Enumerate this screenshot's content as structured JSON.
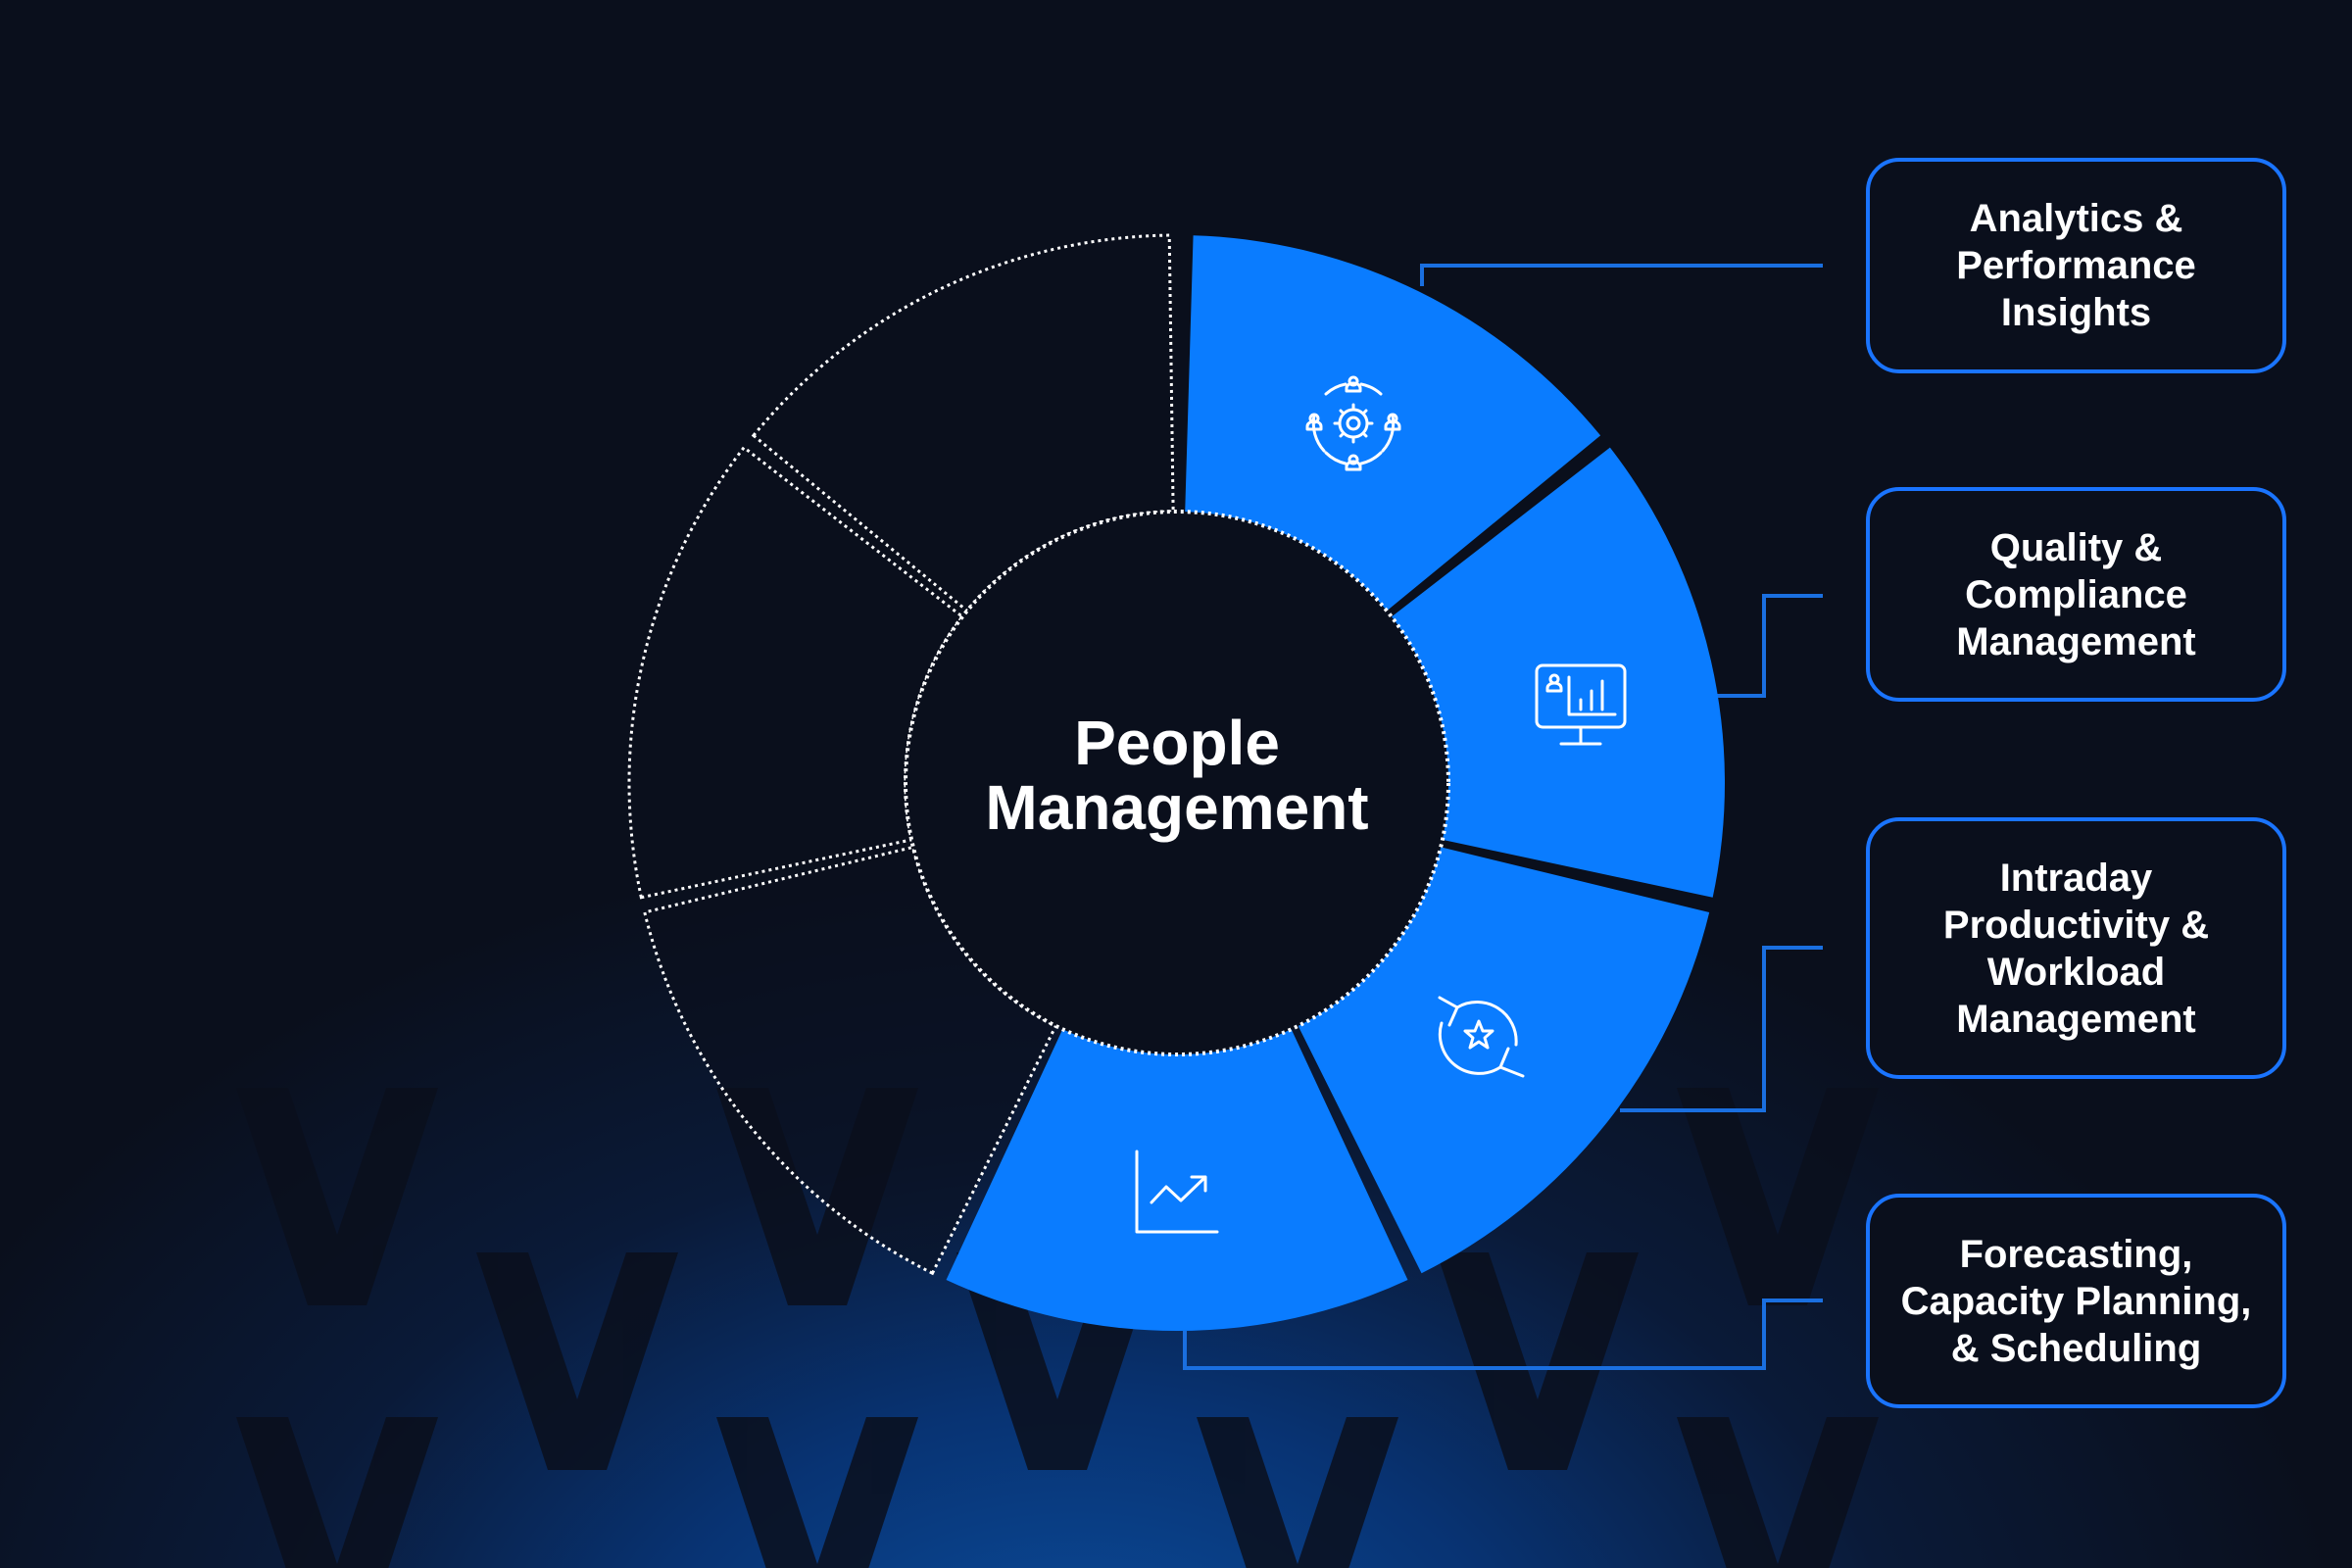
{
  "title": {
    "line1": "People",
    "line2": "Management"
  },
  "colors": {
    "accent": "#0a7cff",
    "background": "#0a0f1c",
    "border": "#1a74ff",
    "connector": "#1a6fe0"
  },
  "segments": [
    {
      "state": "filled",
      "icon": "people-gear-icon"
    },
    {
      "state": "filled",
      "icon": "monitor-chart-icon"
    },
    {
      "state": "filled",
      "icon": "refresh-star-icon"
    },
    {
      "state": "filled",
      "icon": "trend-chart-icon"
    },
    {
      "state": "outline"
    },
    {
      "state": "outline"
    },
    {
      "state": "outline"
    }
  ],
  "boxes": [
    {
      "lines": [
        "Analytics &",
        "Performance",
        "Insights"
      ]
    },
    {
      "lines": [
        "Quality &",
        "Compliance",
        "Management"
      ]
    },
    {
      "lines": [
        "Intraday",
        "Productivity &",
        "Workload",
        "Management"
      ]
    },
    {
      "lines": [
        "Forecasting,",
        "Capacity Planning,",
        "& Scheduling"
      ]
    }
  ]
}
